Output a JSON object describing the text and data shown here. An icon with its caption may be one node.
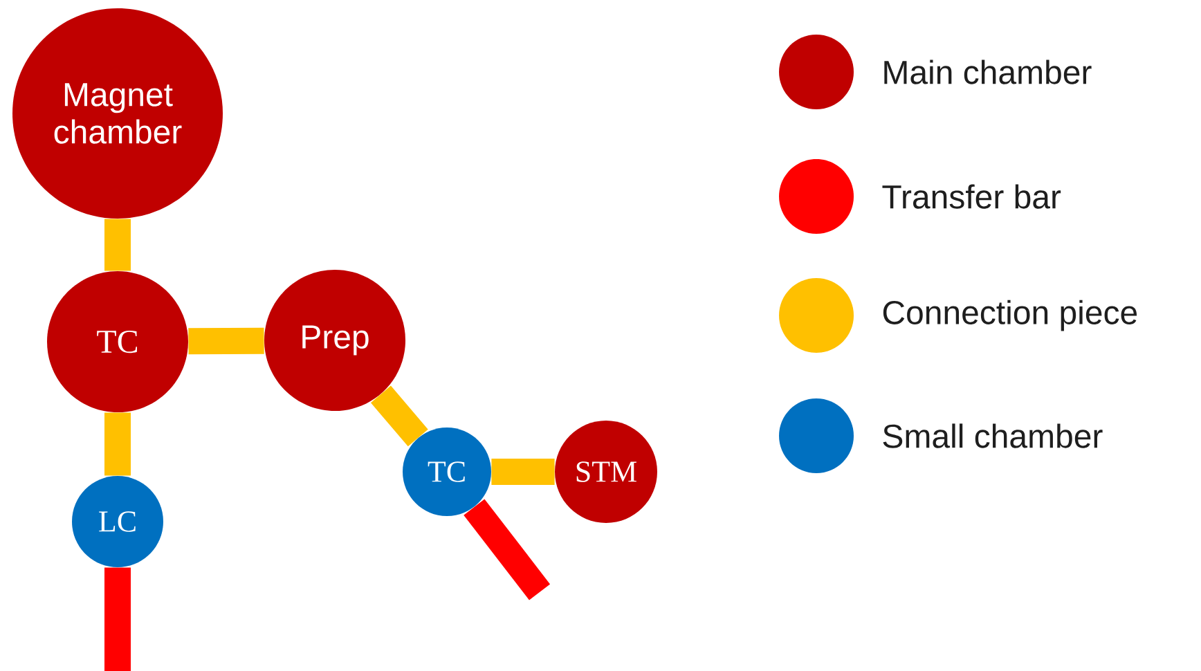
{
  "diagram": {
    "nodes": [
      {
        "text": [
          "Magnet chamber"
        ]
      },
      {
        "text": [
          "TC"
        ]
      },
      {
        "text": [
          "Prep"
        ]
      },
      {
        "text": [
          "LC"
        ]
      },
      {
        "text": [
          "TC"
        ]
      },
      {
        "text": [
          "STM"
        ]
      }
    ],
    "edges": [
      {
        "from": 0,
        "to": 1,
        "arrow": "none"
      },
      {
        "from": 1,
        "to": 2,
        "arrow": "none"
      },
      {
        "from": 1,
        "to": 3,
        "arrow": "none"
      },
      {
        "from": 2,
        "to": 4,
        "arrow": "none"
      },
      {
        "from": 4,
        "to": 5,
        "arrow": "none"
      },
      {
        "from": 3,
        "to": null,
        "arrow": "none",
        "color": "#ff0000"
      },
      {
        "from": 4,
        "to": null,
        "arrow": "none",
        "color": "#ff0000"
      }
    ],
    "legend": [
      {
        "text": "Main chamber",
        "color": "#c00000"
      },
      {
        "text": "Transfer bar",
        "color": "#ff0000"
      },
      {
        "text": "Connection piece",
        "color": "#ffc000"
      },
      {
        "text": "Small chamber",
        "color": "#0070c0"
      }
    ]
  }
}
